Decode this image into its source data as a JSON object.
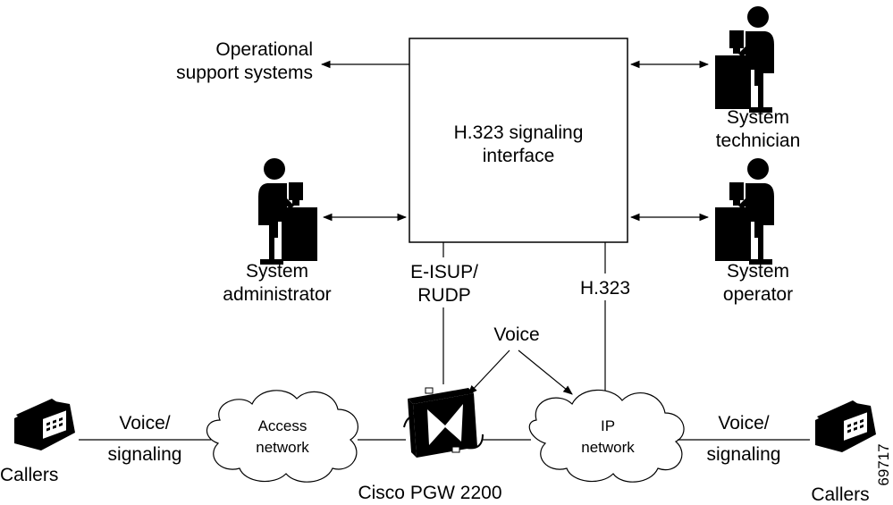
{
  "box": {
    "line1": "H.323 signaling",
    "line2": "interface"
  },
  "oss": {
    "line1": "Operational",
    "line2": "support systems"
  },
  "technician": {
    "line1": "System",
    "line2": "technician"
  },
  "administrator": {
    "line1": "System",
    "line2": "administrator"
  },
  "operator": {
    "line1": "System",
    "line2": "operator"
  },
  "link_eisup": {
    "line1": "E-ISUP/",
    "line2": "RUDP"
  },
  "link_h323": "H.323",
  "voice": "Voice",
  "access_network": {
    "line1": "Access",
    "line2": "network"
  },
  "ip_network": {
    "line1": "IP",
    "line2": "network"
  },
  "left_link": {
    "line1": "Voice/",
    "line2": "signaling"
  },
  "right_link": {
    "line1": "Voice/",
    "line2": "signaling"
  },
  "callers_left": "Callers",
  "callers_right": "Callers",
  "pgw": "Cisco PGW 2200",
  "figure_id": "69717",
  "icons": {
    "technician": "person-at-computer-icon",
    "administrator": "person-at-computer-icon",
    "operator": "person-at-computer-icon",
    "phone": "telephone-icon",
    "pgw": "pgw-switch-icon"
  },
  "colors": {
    "stroke": "#000000",
    "background": "#ffffff"
  }
}
